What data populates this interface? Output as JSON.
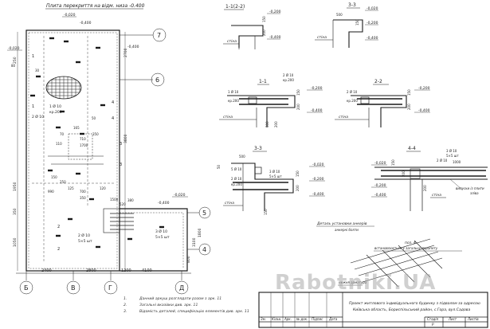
{
  "plan": {
    "title": "Плита перекриття на відм. низа -0.400",
    "axis_rows": [
      "7",
      "6",
      "5",
      "4"
    ],
    "axis_cols": [
      "Б",
      "В",
      "Г",
      "Д"
    ],
    "dims_bottom": [
      "2400",
      "2800",
      "1200",
      "4100"
    ],
    "dims_left": [
      "250",
      "1950",
      "350",
      "1050"
    ],
    "dims_right": [
      "2700",
      "3800",
      "1800",
      "3100",
      "800"
    ],
    "levels": [
      "-0,020",
      "-0,020",
      "-0,020",
      "-0,400",
      "-0,400",
      "-0,400"
    ],
    "rebar_labels": [
      "1 Ø 10",
      "кр.200",
      "2 Ø 10",
      "2 Ø 10",
      "5×5 шт",
      "3 Ø 10",
      "5×5 шт"
    ],
    "small_dims": [
      "80",
      "30",
      "165",
      "50",
      "70",
      "710",
      "110",
      "350",
      "1700",
      "150",
      "250",
      "125",
      "990",
      "700",
      "350",
      "120",
      "1500",
      "380",
      "520"
    ],
    "section_marks": [
      "1",
      "1",
      "2",
      "2",
      "3",
      "3",
      "4",
      "4"
    ]
  },
  "sections": {
    "s12": {
      "title": "1-1(2-2)",
      "levels": [
        "-0,200",
        "-0,400"
      ],
      "wall_label": "стіна",
      "dims": [
        "150",
        "200"
      ]
    },
    "s33a": {
      "title": "3-3",
      "levels": [
        "-0,020",
        "-0,200",
        "-0,400"
      ],
      "wall_label": "стіна",
      "dims": [
        "500",
        "150"
      ]
    },
    "s11": {
      "title": "1-1",
      "levels": [
        "-0,200",
        "-0,400"
      ],
      "wall_label": "стіна",
      "rebar": [
        "1 Ø 10",
        "кр.200",
        "2 Ø 10",
        "кр.200"
      ],
      "dims": [
        "150",
        "200",
        "300",
        "200"
      ]
    },
    "s22": {
      "title": "2-2",
      "levels": [
        "-0,200",
        "-0,400"
      ],
      "wall_label": "стіна",
      "rebar": [
        "2 Ø 10",
        "кр.200"
      ],
      "dims": [
        "150",
        "200"
      ]
    },
    "s33": {
      "title": "3-3",
      "levels": [
        "-0,020",
        "-0,200",
        "-0,400"
      ],
      "wall_label": "стіна",
      "rebar": [
        "5 Ø 10",
        "3 Ø 10",
        "2 Ø 10",
        "кр.200",
        "5×5 шт"
      ],
      "dims": [
        "500",
        "50",
        "150",
        "200",
        "150"
      ]
    },
    "s44": {
      "title": "4-4",
      "levels": [
        "-0,020",
        "-0,200",
        "-0,400"
      ],
      "wall_label": "стіна",
      "rebar": [
        "3 Ø 10",
        "5×5 шт",
        "2 Ø 10"
      ],
      "dims": [
        "1000",
        "200",
        "200",
        "150"
      ],
      "note": "випуски із плити",
      "note2": "зліва"
    }
  },
  "callouts": {
    "anchor": "Деталь установки анкерів",
    "anchor2": "анкерні болти",
    "pos4": "поз. 4",
    "pos4b": "встановлюється у загальну парапету",
    "mesh": "нижня арматура"
  },
  "notes": [
    {
      "num": "1.",
      "text": "Данний аркуш розглядати разом з арк. 11"
    },
    {
      "num": "2.",
      "text": "Загальні вказівки див. арк. 11"
    },
    {
      "num": "3.",
      "text": "Відомість деталей, специфікацію елементів див. арк. 11"
    }
  ],
  "title_block": {
    "project_line1": "Проект житлового індивідуального будинку з підвалом за адресою",
    "project_line2": "Київська область, Бориспільський район, с.Гора, вул.Садова",
    "headers": [
      "Зм.",
      "Кільк.",
      "Арк.",
      "№ док.",
      "Підпис",
      "Дата"
    ],
    "stage_headers": [
      "Стадія",
      "Лист",
      "Листів"
    ],
    "stage": "Р",
    "sheet": "",
    "sheets": ""
  },
  "watermark": "Rabotniki.UA"
}
